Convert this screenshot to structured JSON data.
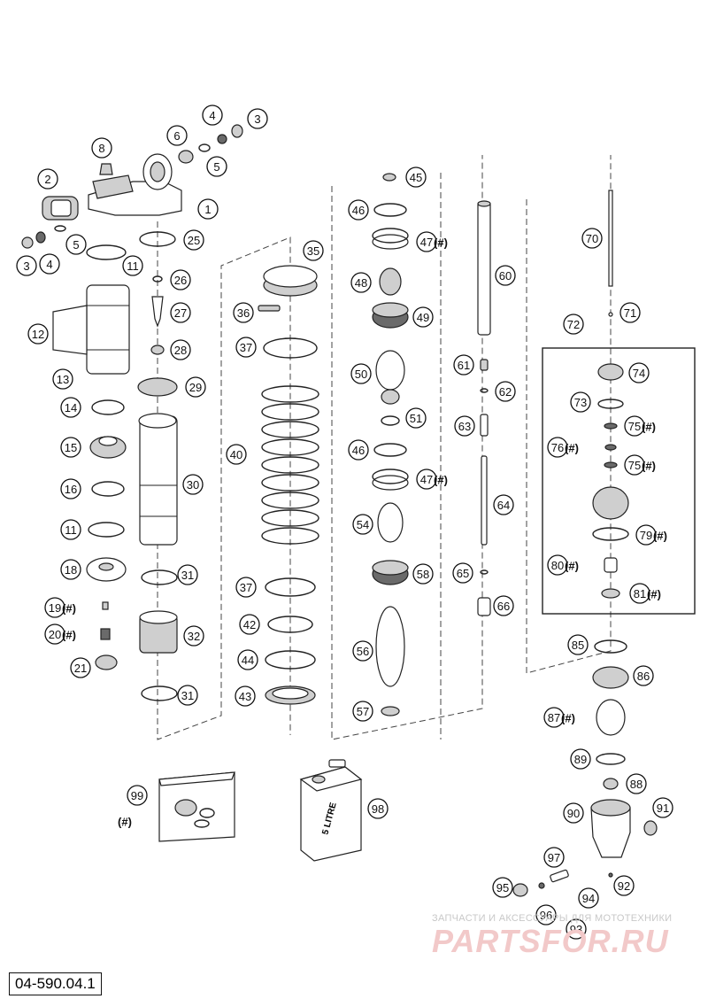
{
  "drawing_code": "04-590.04.1",
  "hash_marker": "(#)",
  "watermark": {
    "tagline": "ЗАПЧАСТИ И АКСЕССУАРЫ ДЛЯ МОТОТЕХНИКИ",
    "logo": "PARTSFOR.RU"
  },
  "can_label": "5 LITRE",
  "callouts": [
    "1",
    "2",
    "3",
    "4",
    "5",
    "6",
    "8",
    "11",
    "12",
    "13",
    "14",
    "15",
    "16",
    "18",
    "19",
    "20",
    "21",
    "25",
    "26",
    "27",
    "28",
    "29",
    "30",
    "31",
    "32",
    "35",
    "36",
    "37",
    "40",
    "42",
    "43",
    "44",
    "45",
    "46",
    "47",
    "48",
    "49",
    "50",
    "51",
    "54",
    "56",
    "57",
    "58",
    "60",
    "61",
    "62",
    "63",
    "64",
    "65",
    "66",
    "70",
    "71",
    "72",
    "73",
    "74",
    "75",
    "76",
    "79",
    "80",
    "81",
    "85",
    "86",
    "87",
    "88",
    "89",
    "90",
    "91",
    "92",
    "93",
    "94",
    "95",
    "96",
    "97",
    "98",
    "99"
  ],
  "hash_marked_parts": [
    "19",
    "20",
    "47",
    "75",
    "76",
    "79",
    "80",
    "81",
    "87",
    "99"
  ],
  "colors": {
    "line": "#222222",
    "fill": "#ffffff",
    "shade": "#cfcfcf",
    "watermark_red": "#f2c9c9"
  }
}
